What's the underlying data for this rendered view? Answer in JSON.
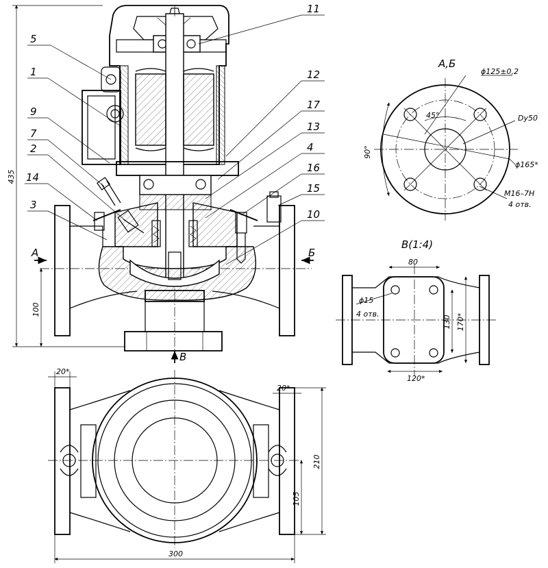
{
  "callouts": {
    "c5": "5",
    "c1": "1",
    "c9": "9",
    "c7": "7",
    "c2": "2",
    "c14": "14",
    "c3": "3",
    "c11": "11",
    "c12": "12",
    "c17": "17",
    "c13": "13",
    "c4": "4",
    "c16": "16",
    "c15": "15",
    "c10": "10"
  },
  "section_marks": {
    "a": "А",
    "b": "Б",
    "v": "В"
  },
  "view_ab": {
    "title": "А,Б",
    "bolt_circle": "ϕ125±0,2",
    "angle45": "45°",
    "dn": "Dy50",
    "angle90": "90°",
    "outer": "ϕ165*",
    "thread": "M16–7H",
    "thread_count": "4 отв."
  },
  "view_v": {
    "title": "В(1:4)",
    "w80": "80",
    "hole": "ϕ15",
    "hole_count": "4 отв.",
    "h130": "130",
    "h170": "170*",
    "w120": "120*"
  },
  "dims_main": {
    "h435": "435",
    "h100": "100"
  },
  "dims_plan": {
    "w20a": "20*",
    "w20b": "20*",
    "h210": "210",
    "h105": "105",
    "w300": "300"
  }
}
